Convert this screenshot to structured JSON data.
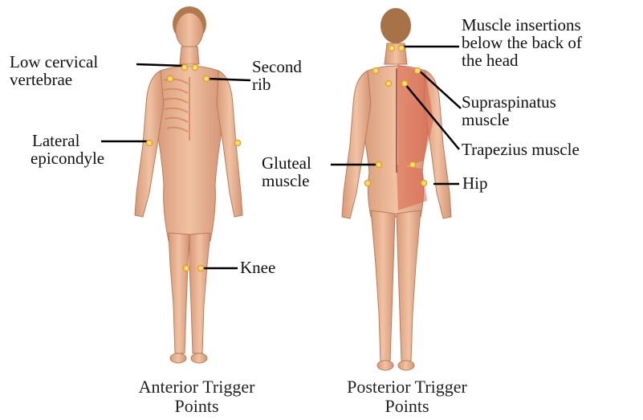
{
  "figure": {
    "anterior": {
      "caption_line1": "Anterior Trigger",
      "caption_line2": "Points",
      "labels": {
        "low_cervical_1": "Low cervical",
        "low_cervical_2": "vertebrae",
        "second_rib_1": "Second",
        "second_rib_2": "rib",
        "lateral_epicondyle_1": "Lateral",
        "lateral_epicondyle_2": "epicondyle",
        "knee": "Knee"
      }
    },
    "posterior": {
      "caption_line1": "Posterior Trigger",
      "caption_line2": "Points",
      "labels": {
        "muscle_insertions_1": "Muscle insertions",
        "muscle_insertions_2": "below the back of",
        "muscle_insertions_3": "the head",
        "supraspinatus_1": "Supraspinatus",
        "supraspinatus_2": "muscle",
        "trapezius": "Trapezius muscle",
        "gluteal_1": "Gluteal",
        "gluteal_2": "muscle",
        "hip": "Hip"
      }
    },
    "colors": {
      "skin": "#e8b08f",
      "skin_shadow": "#c98a68",
      "hair": "#b07a4e",
      "muscle": "#d9604a",
      "trigger_point": "#ffd24a",
      "leader_line": "#000000"
    }
  }
}
